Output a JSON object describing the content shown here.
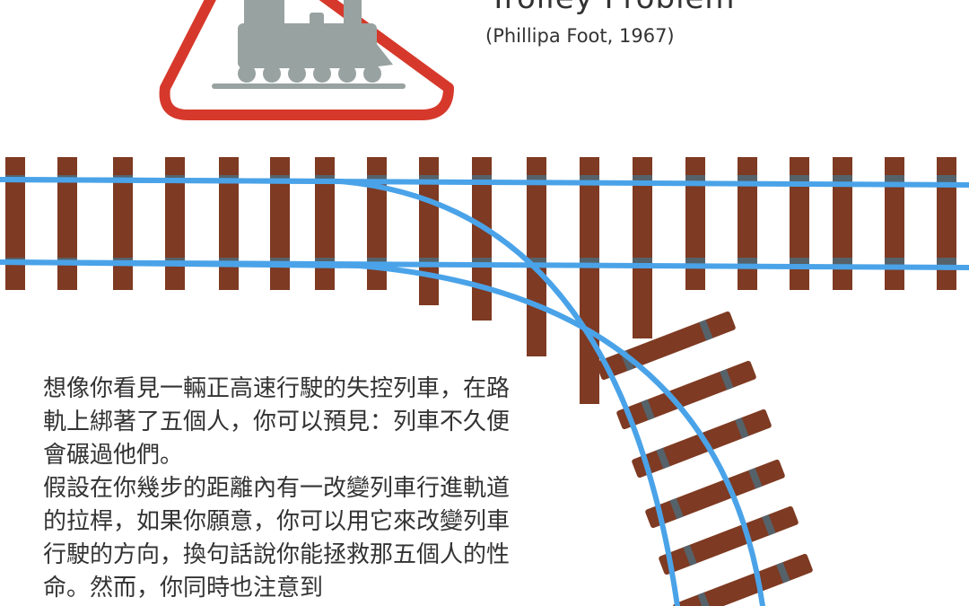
{
  "header": {
    "title": "Trolley Problem",
    "subtitle": "(Phillipa Foot, 1967)"
  },
  "icons": {
    "warning_sign": "train-warning-sign-icon",
    "locomotive": "locomotive-icon"
  },
  "colors": {
    "sign_border": "#d6392b",
    "locomotive": "#98a2a0",
    "sleeper": "#7e3a22",
    "sleeper_band": "#56626a",
    "rail": "#4aa3e8",
    "text": "#333333"
  },
  "body": {
    "paragraph_1": "想像你看見一輛正高速行駛的失控列車，在路軌上綁著了五個人，你可以預見：列車不久便會碾過他們。",
    "paragraph_2": "假設在你幾步的距離內有一改變列車行進軌道的拉桿，如果你願意，你可以用它來改變列車行駛的方向，換句話說你能拯救那五個人的性命。然而，你同時也注意到"
  }
}
